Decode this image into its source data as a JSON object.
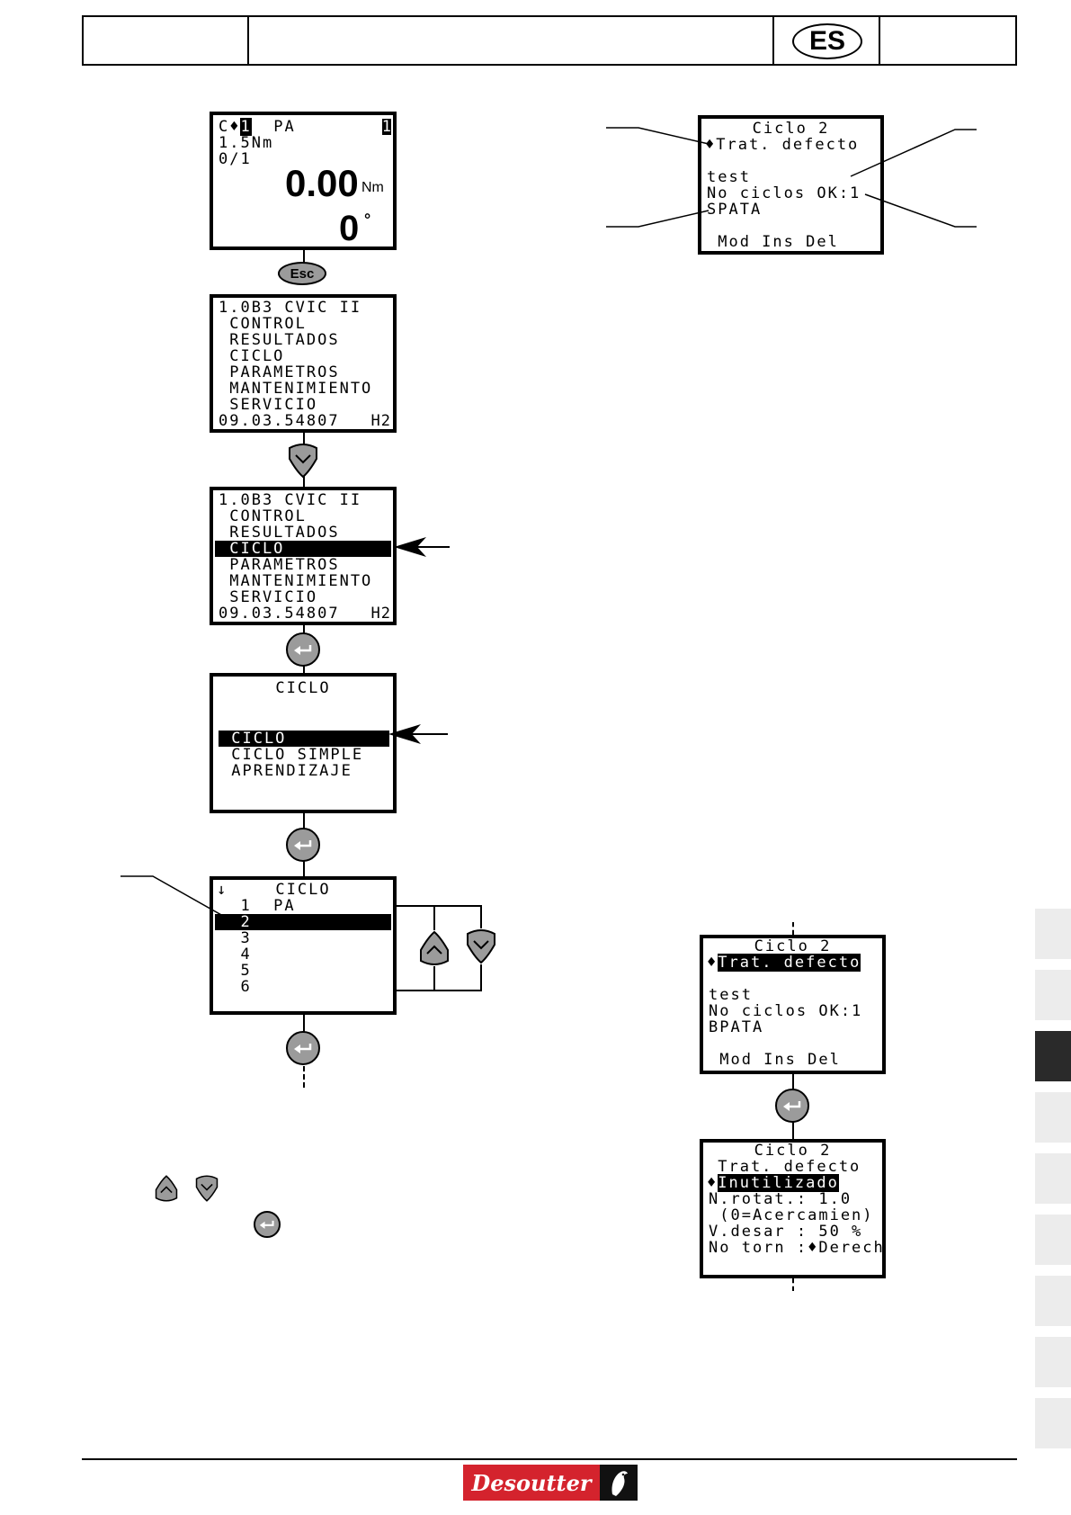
{
  "header": {
    "language": "ES"
  },
  "screens": {
    "main": {
      "line1": "C♦",
      "line1_hl": "1",
      "line1_rest": "  PA",
      "cycle_badge": "1",
      "line2": "1.5Nm",
      "line3": "0/1",
      "torque_value": "0.00",
      "torque_unit": "Nm",
      "angle_value": "0",
      "angle_unit": "°"
    },
    "menu_a": {
      "lines": [
        "1.0B3 CVIC II",
        " CONTROL",
        " RESULTADOS",
        " CICLO",
        " PARAMETROS",
        " MANTENIMIENTO",
        " SERVICIO"
      ],
      "footer_left": "09.03.54807",
      "footer_right": "H2"
    },
    "menu_b": {
      "lines": [
        "1.0B3 CVIC II",
        " CONTROL",
        " RESULTADOS",
        " CICLO",
        " PARAMETROS",
        " MANTENIMIENTO",
        " SERVICIO"
      ],
      "footer_left": "09.03.54807",
      "footer_right": "H2"
    },
    "ciclo_menu": {
      "title": "CICLO",
      "items": [
        " CICLO",
        " CICLO SIMPLE",
        " APRENDIZAJE"
      ]
    },
    "ciclo_list": {
      "arrow": "↓",
      "title": "CICLO",
      "items": [
        "  1  PA",
        "  2",
        "  3",
        "  4",
        "  5",
        "  6"
      ]
    },
    "ciclo2_a": {
      "title": "Ciclo 2",
      "line1": "♦Trat. defecto",
      "line2": "test",
      "line3": "No ciclos OK:1",
      "line4": "SPATA",
      "softkeys": " Mod Ins Del"
    },
    "ciclo2_b": {
      "title": "Ciclo 2",
      "line1_prefix": "♦",
      "line1": "Trat. defecto",
      "line2": "test",
      "line3": "No ciclos OK:1",
      "line4": "BPATA",
      "softkeys": " Mod Ins Del"
    },
    "ciclo2_c": {
      "title": "Ciclo 2",
      "line1": " Trat. defecto",
      "line2_prefix": "♦",
      "line2": "Inutilizado",
      "line3": "N.rotat.: 1.0",
      "line4": " (0=Acercamien)",
      "line5": "V.desar : 50 %",
      "line6": "No torn :♦Derech"
    }
  },
  "buttons": {
    "esc_label": "Esc"
  },
  "logo": {
    "brand": "Desoutter"
  }
}
